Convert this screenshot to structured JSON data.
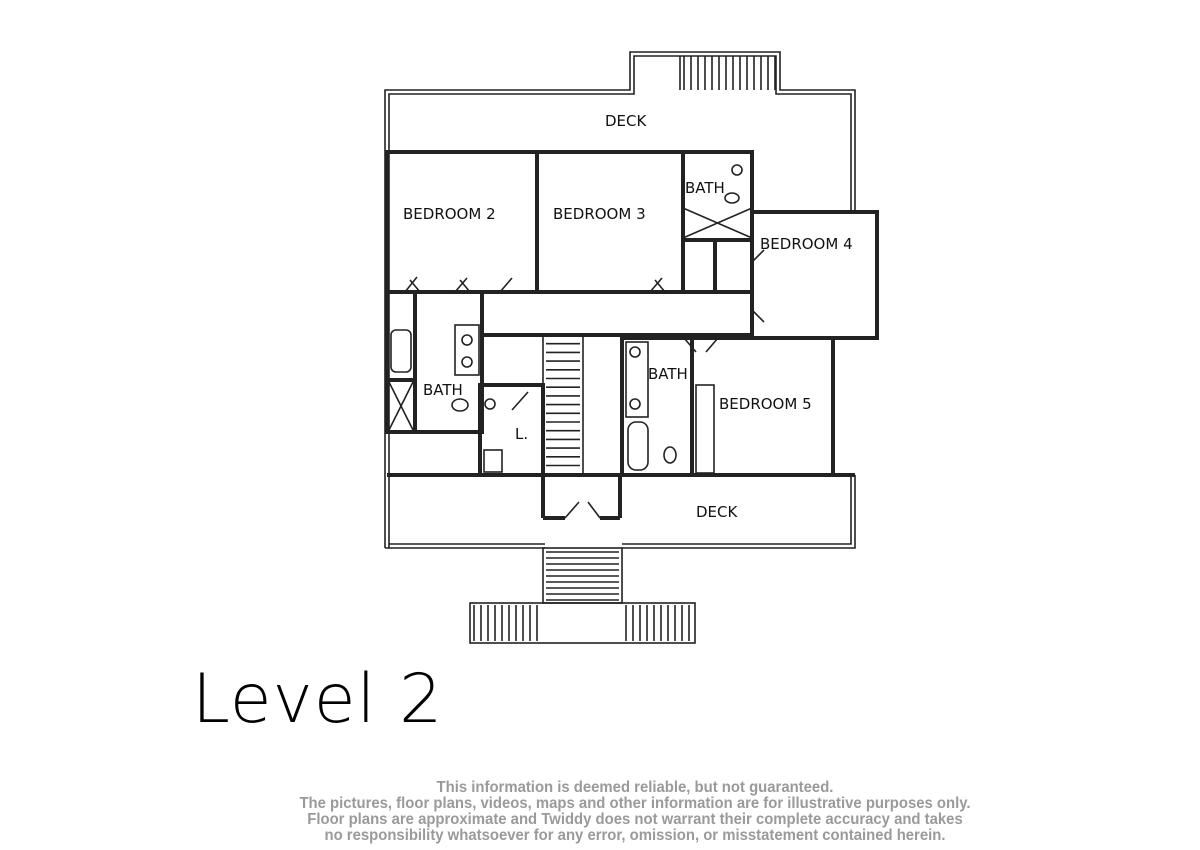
{
  "rooms": {
    "deck_top": "DECK",
    "bedroom2": "BEDROOM 2",
    "bedroom3": "BEDROOM 3",
    "bath_top": "BATH",
    "bedroom4": "BEDROOM 4",
    "bath_left": "BATH",
    "laundry": "L.",
    "bath_center": "BATH",
    "bedroom5": "BEDROOM 5",
    "deck_bottom": "DECK"
  },
  "title": "Level 2",
  "disclaimer": [
    "This information is deemed reliable, but not guaranteed.",
    "The pictures, floor plans, videos, maps and other information are for illustrative purposes only.",
    "Floor plans are approximate and Twiddy does not warrant their complete accuracy and takes",
    "no responsibility whatsoever for any error, omission, or misstatement contained herein."
  ]
}
